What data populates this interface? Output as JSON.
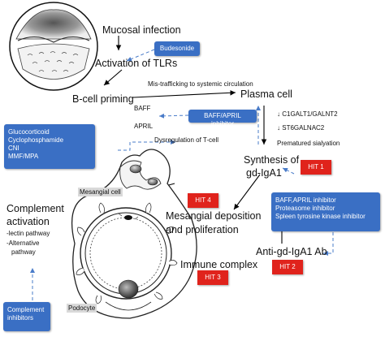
{
  "labels": {
    "mucosal_infection": "Mucosal infection",
    "activation_tlrs": "Activation of TLRs",
    "b_cell_priming": "B-cell priming",
    "mis_trafficking": "Mis-trafficking to systemic circulation",
    "plasma_cell": "Plasma cell",
    "baff": "BAFF",
    "april": "APRIL",
    "t_cell_dysregulation": "Dysregulation of T-cell",
    "c1galt1": "C1GALT1/GALNT2",
    "st6galnac2": "ST6GALNAC2",
    "premature_sialyation": "Prematured sialyation",
    "synthesis_line1": "Synthesis of",
    "synthesis_line2": "gd-IgA1",
    "mesangial_cell": "Mesangial cell",
    "complement_title_1": "Complement",
    "complement_title_2": "activation",
    "lectin_pathway": "-lectin pathway",
    "alternative_1": "-Alternative",
    "alternative_2": "pathway",
    "mesangial_deposition_1": "Mesangial deposition",
    "mesangial_deposition_2": "and proliferation",
    "anti_gd_iga1": "Anti-gd-IgA1 Ab",
    "immune_complex": "Immune complex",
    "podocyte": "Podocyte",
    "down_arrow_1": "↓",
    "down_arrow_2": "↓"
  },
  "boxes": {
    "budesonide": "Budesonide",
    "baff_april_inhibitor": "BAFF/APRIL inhibitor",
    "immuno": [
      "Glucocorticoid",
      "Cyclophosphamide",
      "CNI",
      "MMF/MPA"
    ],
    "targeted": [
      "BAFF,APRIL inhibitor",
      "Proteasome inhibitor",
      "Spleen tyrosine kinase inhibitor"
    ],
    "complement_inhibitors": [
      "Complement",
      "inhibitors"
    ]
  },
  "hits": {
    "hit1": "HIT 1",
    "hit2": "HIT 2",
    "hit3": "HIT 3",
    "hit4": "HIT 4"
  },
  "colors": {
    "box_blue": "#3a6fc4",
    "hit_red": "#e0231c",
    "dashed_blue": "#4a7cc9"
  }
}
